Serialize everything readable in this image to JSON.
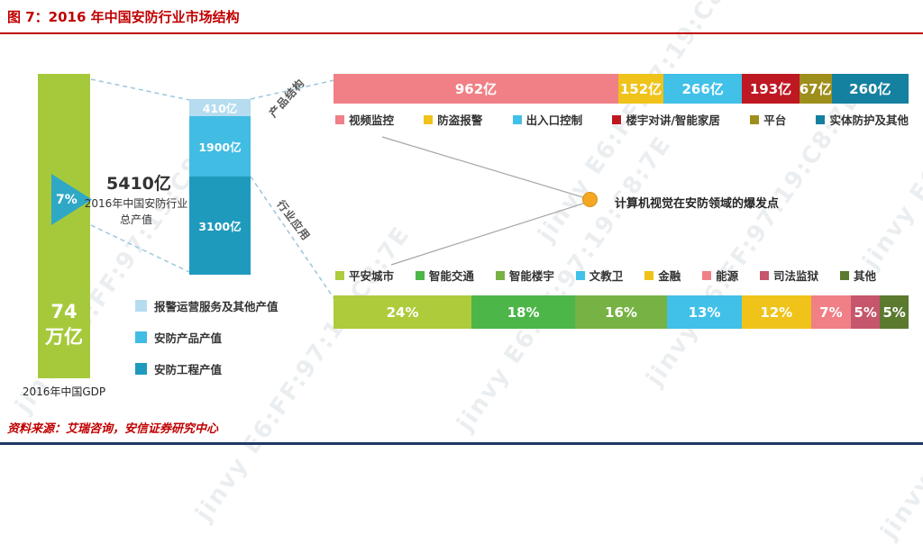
{
  "title": "图 7：2016 年中国安防行业市场结构",
  "source": "资料来源：艾瑞咨询，安信证券研究中心",
  "watermark": "jinvy E6:FF:97:19:C8:7E",
  "left": {
    "gdp_value": "74",
    "gdp_unit": "万亿",
    "gdp_caption": "2016年中国GDP",
    "share": "7%"
  },
  "total": {
    "value": "5410亿",
    "caption1": "2016年中国安防行业",
    "caption2": "总产值",
    "segments": [
      {
        "name": "报警运营服务及其他产值",
        "label": "410亿",
        "value": 410,
        "color": "#B5DCEF"
      },
      {
        "name": "安防产品产值",
        "label": "1900亿",
        "value": 1900,
        "color": "#41BCE3"
      },
      {
        "name": "安防工程产值",
        "label": "3100亿",
        "value": 3100,
        "color": "#1E9ABD"
      }
    ]
  },
  "product": {
    "connector_label": "产品结构",
    "segments": [
      {
        "name": "视频监控",
        "label": "962亿",
        "value": 962,
        "color": "#F08086"
      },
      {
        "name": "防盗报警",
        "label": "152亿",
        "value": 152,
        "color": "#EFC319"
      },
      {
        "name": "出入口控制",
        "label": "266亿",
        "value": 266,
        "color": "#41C0E8"
      },
      {
        "name": "楼宇对讲/智能家居",
        "label": "193亿",
        "value": 193,
        "color": "#BE1822"
      },
      {
        "name": "平台",
        "label": "67亿",
        "value": 67,
        "color": "#9E8E1C"
      },
      {
        "name": "实体防护及其他",
        "label": "260亿",
        "value": 260,
        "color": "#1581A0"
      }
    ]
  },
  "annotation": {
    "text": "计算机视觉在安防领域的爆发点",
    "dot_color": "#F5A623"
  },
  "application": {
    "connector_label": "行业应用",
    "segments": [
      {
        "name": "平安城市",
        "label": "24%",
        "value": 24,
        "color": "#ADCB3B"
      },
      {
        "name": "智能交通",
        "label": "18%",
        "value": 18,
        "color": "#4CB648"
      },
      {
        "name": "智能楼宇",
        "label": "16%",
        "value": 16,
        "color": "#76B244"
      },
      {
        "name": "文教卫",
        "label": "13%",
        "value": 13,
        "color": "#41C0E8"
      },
      {
        "name": "金融",
        "label": "12%",
        "value": 12,
        "color": "#EFC319"
      },
      {
        "name": "能源",
        "label": "7%",
        "value": 7,
        "color": "#F08086"
      },
      {
        "name": "司法监狱",
        "label": "5%",
        "value": 5,
        "color": "#C5566B"
      },
      {
        "name": "其他",
        "label": "5%",
        "value": 5,
        "color": "#5B7A30"
      }
    ]
  },
  "chart_data": [
    {
      "type": "bar",
      "title": "2016年中国安防行业总产值",
      "total_label": "5410亿",
      "categories": [
        "报警运营服务及其他产值",
        "安防产品产值",
        "安防工程产值"
      ],
      "values": [
        410,
        1900,
        3100
      ],
      "unit": "亿",
      "context": {
        "gdp_bar": "74万亿",
        "gdp_caption": "2016年中国GDP",
        "share_of_gdp": "7%"
      }
    },
    {
      "type": "bar",
      "title": "产品结构",
      "categories": [
        "视频监控",
        "防盗报警",
        "出入口控制",
        "楼宇对讲/智能家居",
        "平台",
        "实体防护及其他"
      ],
      "values": [
        962,
        152,
        266,
        193,
        67,
        260
      ],
      "unit": "亿",
      "legend_position": "below-bar"
    },
    {
      "type": "bar",
      "title": "行业应用",
      "categories": [
        "平安城市",
        "智能交通",
        "智能楼宇",
        "文教卫",
        "金融",
        "能源",
        "司法监狱",
        "其他"
      ],
      "values": [
        24,
        18,
        16,
        13,
        12,
        7,
        5,
        5
      ],
      "unit": "%",
      "legend_position": "above-bar",
      "annotation": "计算机视觉在安防领域的爆发点"
    }
  ]
}
